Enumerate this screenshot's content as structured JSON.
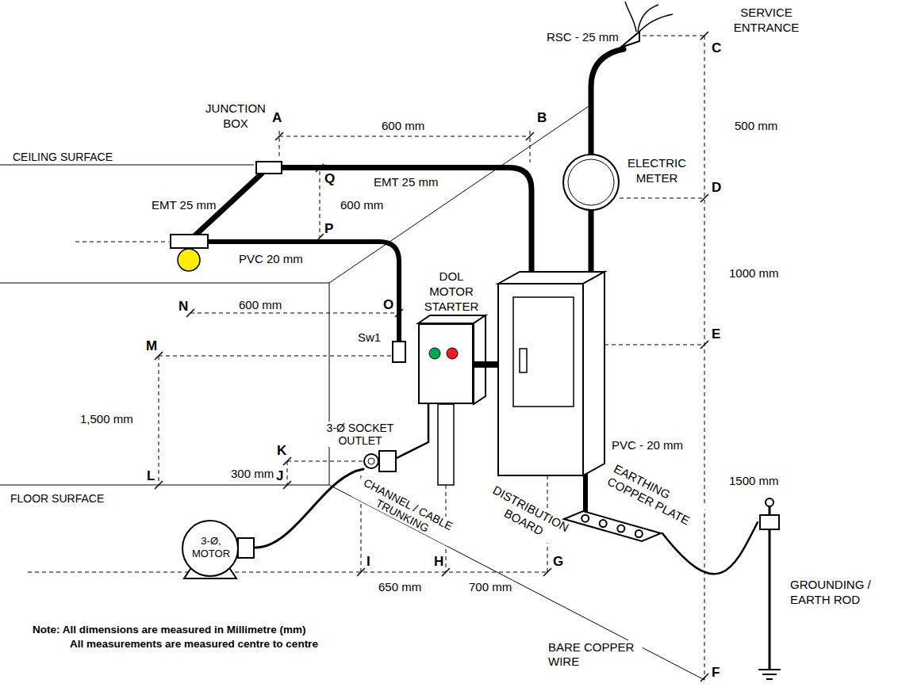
{
  "diagram": {
    "nodes": [
      {
        "text": [
          "SERVICE ENTRANCE"
        ]
      },
      {
        "text": [
          "JUNCTION BOX"
        ]
      },
      {
        "text": [
          "ELECTRIC METER"
        ]
      },
      {
        "text": [
          "Sw1"
        ]
      },
      {
        "text": [
          "DOL MOTOR STARTER"
        ]
      },
      {
        "text": [
          "DISTRIBUTION BOARD"
        ]
      },
      {
        "text": [
          "3-Ø SOCKET OUTLET"
        ]
      },
      {
        "text": [
          "3-Ø, MOTOR"
        ]
      },
      {
        "text": [
          "EARTHING COPPER PLATE"
        ]
      },
      {
        "text": [
          "GROUNDING / EARTH ROD"
        ]
      }
    ],
    "edges": [
      {
        "from": 0,
        "to": 2,
        "arrow": "none",
        "label": "RSC - 25 mm"
      },
      {
        "from": 2,
        "to": 5,
        "arrow": "none"
      },
      {
        "from": 5,
        "to": 1,
        "arrow": "none",
        "label": "EMT 25 mm"
      },
      {
        "from": 5,
        "to": 4,
        "arrow": "none"
      },
      {
        "from": 4,
        "to": 6,
        "arrow": "none",
        "label": "CHANNEL / CABLE TRUNKING"
      },
      {
        "from": 6,
        "to": 7,
        "arrow": "none"
      },
      {
        "from": 5,
        "to": 8,
        "arrow": "none",
        "label": "PVC - 20 mm"
      },
      {
        "from": 8,
        "to": 9,
        "arrow": "none",
        "label": "BARE COPPER WIRE"
      }
    ],
    "labels": [
      "CEILING SURFACE",
      "A",
      "600 mm",
      "B",
      "C",
      "500 mm",
      "Q",
      "EMT 25 mm",
      "600 mm",
      "D",
      "P",
      "PVC 20 mm",
      "1000 mm",
      "N",
      "600 mm",
      "O",
      "E",
      "M",
      "1,500 mm",
      "1500 mm",
      "K",
      "300 mm",
      "L",
      "J",
      "FLOOR SURFACE",
      "I",
      "H",
      "G",
      "650 mm",
      "700 mm",
      "F",
      "Note: All dimensions are measured in Millimetre (mm)",
      "All measurements are measured centre to centre"
    ]
  }
}
